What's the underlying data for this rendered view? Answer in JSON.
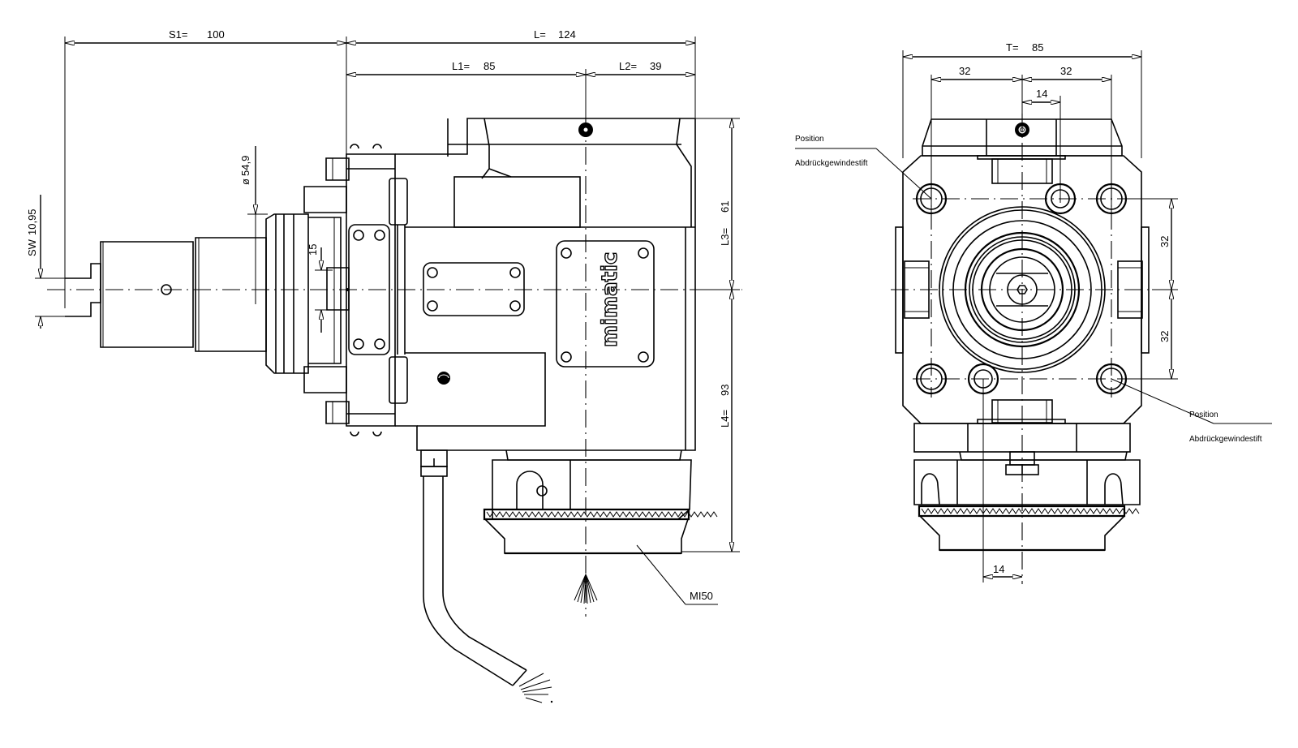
{
  "drawing": {
    "brand_logo": "mimatic",
    "side_view": {
      "dimensions": {
        "s1": {
          "label": "S1=",
          "value": "100"
        },
        "l": {
          "label": "L=",
          "value": "124"
        },
        "l1": {
          "label": "L1=",
          "value": "85"
        },
        "l2": {
          "label": "L2=",
          "value": "39"
        },
        "l3": {
          "label": "L3=",
          "value": "61"
        },
        "l4": {
          "label": "L4=",
          "value": "93"
        },
        "sw": {
          "label": "SW",
          "value": "10,95"
        },
        "diameter": {
          "label": "ø",
          "value": "54,9"
        },
        "bore": {
          "value": "15"
        }
      },
      "callout_interface": "MI50"
    },
    "front_view": {
      "dimensions": {
        "t": {
          "label": "T=",
          "value": "85"
        },
        "top_left": "32",
        "top_right": "32",
        "top_offset": "14",
        "right_upper": "32",
        "right_lower": "32",
        "bottom_offset": "14"
      },
      "callout_top": {
        "line1": "Position",
        "line2": "Abdrückgewindestift"
      },
      "callout_bottom": {
        "line1": "Position",
        "line2": "Abdrückgewindestift"
      }
    }
  }
}
